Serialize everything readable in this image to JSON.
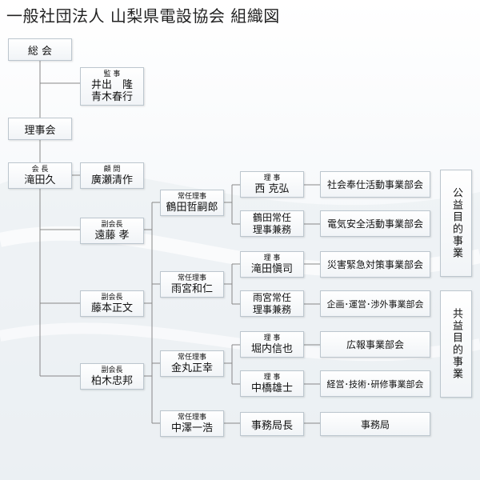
{
  "title": "一般社団法人 山梨県電設協会 組織図",
  "nodes": {
    "soukai": {
      "label": "総 会"
    },
    "kansa": {
      "role": "監 事",
      "names": [
        "井出　隆",
        "青木春行"
      ]
    },
    "rijikai": {
      "label": "理事会"
    },
    "kaichou": {
      "role": "会 長",
      "name": "滝田久"
    },
    "komon": {
      "role": "顧 問",
      "name": "廣瀬清作"
    },
    "fukukaichou1": {
      "role": "副会長",
      "name": "遠藤 孝"
    },
    "fukukaichou2": {
      "role": "副会長",
      "name": "藤本正文"
    },
    "fukukaichou3": {
      "role": "副会長",
      "name": "柏木忠邦"
    },
    "jonin1": {
      "role": "常任理事",
      "name": "鶴田哲嗣郎"
    },
    "jonin2": {
      "role": "常任理事",
      "name": "雨宮和仁"
    },
    "jonin3": {
      "role": "常任理事",
      "name": "金丸正幸"
    },
    "jonin4": {
      "role": "常任理事",
      "name": "中澤一浩"
    },
    "riji1": {
      "role": "理 事",
      "name": "西 克弘"
    },
    "riji2": {
      "lines": [
        "鶴田常任",
        "理事兼務"
      ]
    },
    "riji3": {
      "role": "理 事",
      "name": "滝田愼司"
    },
    "riji4": {
      "lines": [
        "雨宮常任",
        "理事兼務"
      ]
    },
    "riji5": {
      "role": "理 事",
      "name": "堀内信也"
    },
    "riji6": {
      "role": "理 事",
      "name": "中橋雄士"
    },
    "jimukyokuchou": {
      "label": "事務局長"
    },
    "dept1": {
      "label": "社会奉仕活動事業部会"
    },
    "dept2": {
      "label": "電気安全活動事業部会"
    },
    "dept3": {
      "label": "災害緊急対策事業部会"
    },
    "dept4": {
      "label": "企画･運営･渉外事業部会"
    },
    "dept5": {
      "label": "広報事業部会"
    },
    "dept6": {
      "label": "経営･技術･研修事業部会"
    },
    "jimukyoku": {
      "label": "事務局"
    },
    "group1": {
      "label": "公益目的事業"
    },
    "group2": {
      "label": "共益目的事業"
    }
  },
  "colors": {
    "line": "#888888",
    "border": "#bcc6ce"
  }
}
